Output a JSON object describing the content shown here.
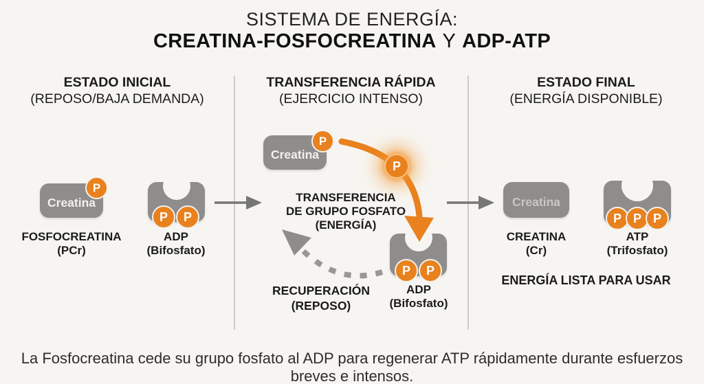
{
  "title": {
    "line1": "SISTEMA DE ENERGÍA:",
    "line2_left": "CREATINA-FOSFOCREATINA",
    "line2_connector": "Y",
    "line2_right": "ADP-ATP"
  },
  "columns": [
    {
      "heading": "ESTADO INICIAL",
      "subheading": "(REPOSO/BAJA DEMANDA)"
    },
    {
      "heading": "TRANSFERENCIA RÁPIDA",
      "subheading": "(EJERCICIO INTENSO)"
    },
    {
      "heading": "ESTADO FINAL",
      "subheading": "(ENERGÍA DISPONIBLE)"
    }
  ],
  "molecules": {
    "initial_creatine": {
      "box_label": "Creatina",
      "badge": "P",
      "name": "FOSFOCREATINA",
      "abbrev": "(PCr)"
    },
    "initial_adp": {
      "name": "ADP",
      "abbrev": "(Bifosfato)",
      "phosphates": [
        "P",
        "P"
      ]
    },
    "transfer_creatine": {
      "box_label": "Creatina",
      "badge": "P"
    },
    "transfer_adp": {
      "name": "ADP",
      "abbrev": "(Bifosfato)",
      "phosphates": [
        "P",
        "P"
      ]
    },
    "final_creatine": {
      "box_label": "Creatina",
      "name": "CREATINA",
      "abbrev": "(Cr)"
    },
    "final_atp": {
      "name": "ATP",
      "abbrev": "(Trifosfato)",
      "phosphates": [
        "P",
        "P",
        "P"
      ]
    }
  },
  "annotations": {
    "traveling_phosphate": "P",
    "transfer_line1": "TRANSFERENCIA",
    "transfer_line2": "DE GRUPO FOSFATO",
    "transfer_line3": "(ENERGÍA)",
    "recovery_line1": "RECUPERACIÓN",
    "recovery_line2": "(REPOSO)",
    "energy_ready": "ENERGÍA LISTA PARA USAR"
  },
  "caption": "La Fosfocreatina cede su grupo fosfato al ADP para regenerar ATP rápidamente durante esfuerzos breves e intensos.",
  "colors": {
    "background": "#F7F5F1",
    "phosphate_orange": "#E8811E",
    "shape_gray": "#8E8D8B",
    "arrow_gray": "#767676",
    "text": "#1B1B1B"
  }
}
